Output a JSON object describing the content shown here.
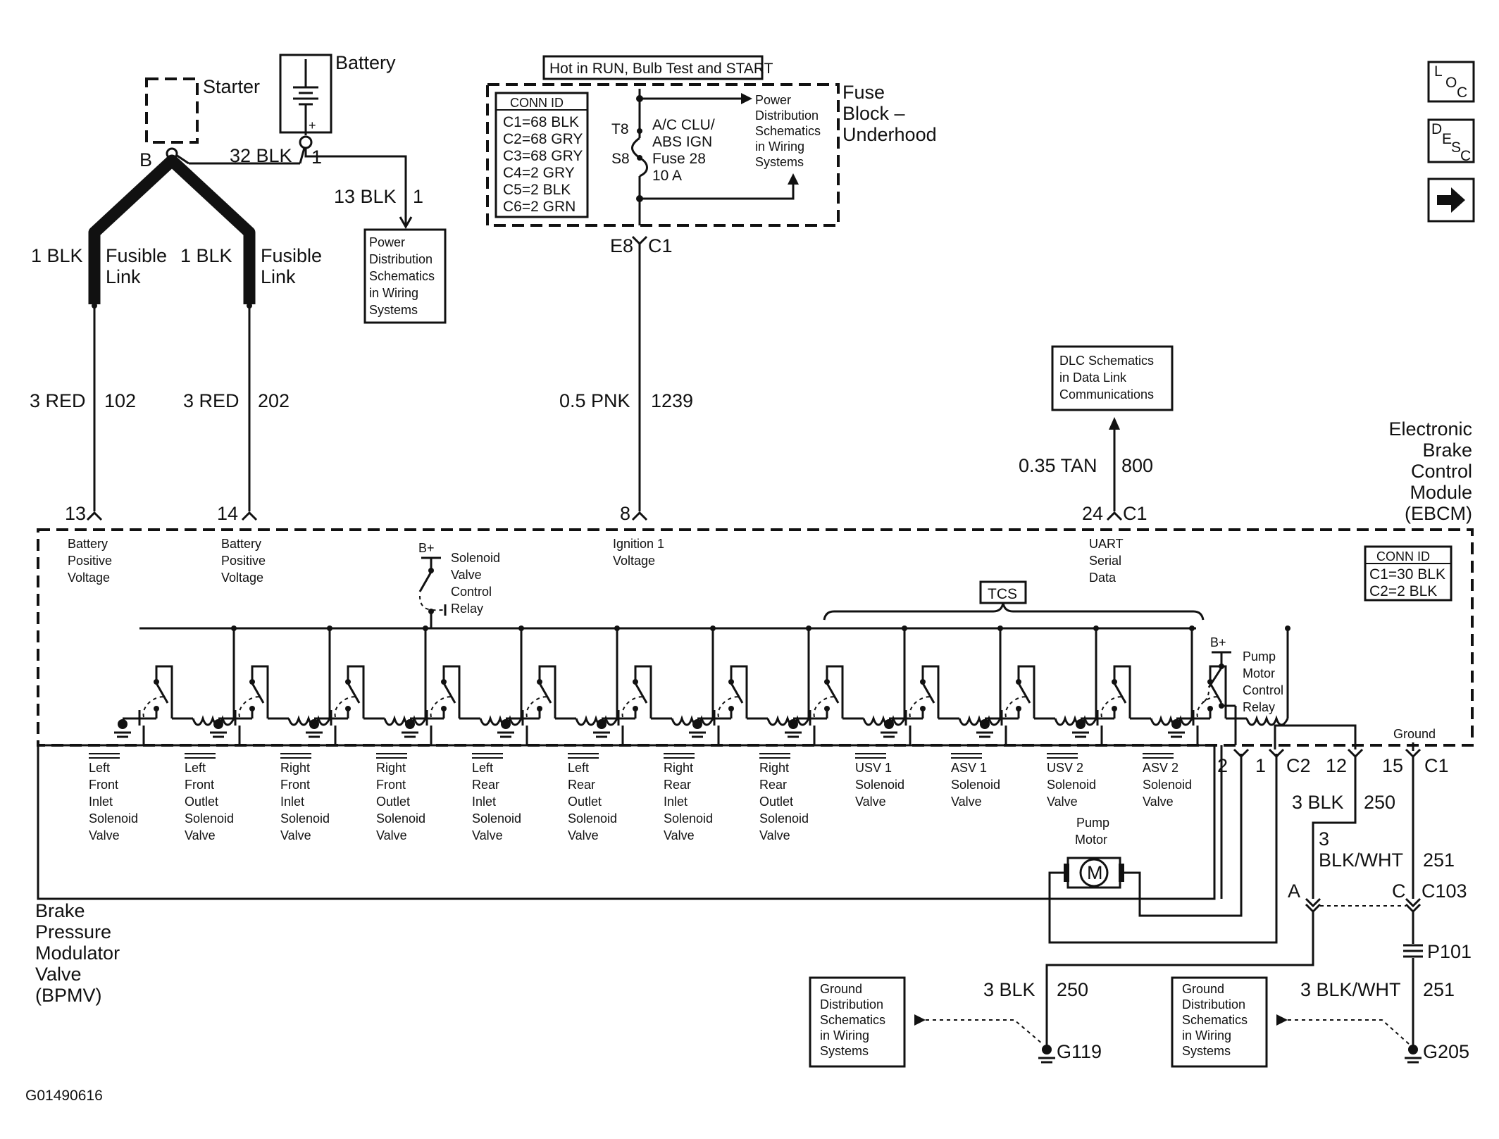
{
  "diagram_id": "G01490616",
  "nav_buttons": [
    {
      "name": "loc-button",
      "label": "LOC"
    },
    {
      "name": "desc-button",
      "label": "DESC"
    },
    {
      "name": "next-button",
      "label": "→"
    }
  ],
  "starter": {
    "label": "Starter",
    "terminal": "B"
  },
  "battery": {
    "label": "Battery",
    "terminal": "1",
    "plus": "+"
  },
  "battery_cable": {
    "label": "32 BLK"
  },
  "battery_feed": {
    "label": "13 BLK",
    "pin": "1"
  },
  "power_dist_box": {
    "lines": [
      "Power",
      "Distribution",
      "Schematics",
      "in Wiring",
      "Systems"
    ]
  },
  "fusible_links": [
    {
      "wire": "1 BLK",
      "label_1": "Fusible",
      "label_2": "Link"
    },
    {
      "wire": "1 BLK",
      "label_1": "Fusible",
      "label_2": "Link"
    }
  ],
  "fuse_block": {
    "banner": "Hot in RUN, Bulb Test and START",
    "title_lines": [
      "Fuse",
      "Block –",
      "Underhood"
    ],
    "conn_title": "CONN ID",
    "conn_rows": [
      "C1=68 BLK",
      "C2=68 GRY",
      "C3=68 GRY",
      "C4=2 GRY",
      "C5=2 BLK",
      "C6=2 GRN"
    ],
    "t_pin": "T8",
    "s_pin": "S8",
    "fuse_lines": [
      "A/C CLU/",
      "ABS IGN",
      "Fuse 28",
      "10 A"
    ],
    "pd_lines": [
      "Power",
      "Distribution",
      "Schematics",
      "in Wiring",
      "Systems"
    ],
    "out_pin": "E8",
    "out_conn": "C1"
  },
  "circuits": [
    {
      "wire": "3 RED",
      "number": "102",
      "pin": "13",
      "func_lines": [
        "Battery",
        "Positive",
        "Voltage"
      ]
    },
    {
      "wire": "3 RED",
      "number": "202",
      "pin": "14",
      "func_lines": [
        "Battery",
        "Positive",
        "Voltage"
      ]
    },
    {
      "wire": "0.5 PNK",
      "number": "1239",
      "pin": "8",
      "func_lines": [
        "Ignition 1",
        "Voltage"
      ]
    },
    {
      "wire": "0.35 TAN",
      "number": "800",
      "pin": "24",
      "conn": "C1",
      "func_lines": [
        "UART",
        "Serial",
        "Data"
      ]
    }
  ],
  "dlc_box": {
    "lines": [
      "DLC Schematics",
      "in Data Link",
      "Communications"
    ]
  },
  "ebcm": {
    "title_lines": [
      "Electronic",
      "Brake",
      "Control",
      "Module",
      "(EBCM)"
    ],
    "conn_title": "CONN ID",
    "conn_rows": [
      "C1=30 BLK",
      "C2=2 BLK"
    ],
    "b_plus": "B+",
    "valve_relay_lines": [
      "Solenoid",
      "Valve",
      "Control",
      "Relay"
    ],
    "tcs_label": "TCS",
    "pump_relay_lines": [
      "Pump",
      "Motor",
      "Control",
      "Relay"
    ],
    "ground_label": "Ground"
  },
  "valves": [
    {
      "lines": [
        "Left",
        "Front",
        "Inlet",
        "Solenoid",
        "Valve"
      ]
    },
    {
      "lines": [
        "Left",
        "Front",
        "Outlet",
        "Solenoid",
        "Valve"
      ]
    },
    {
      "lines": [
        "Right",
        "Front",
        "Inlet",
        "Solenoid",
        "Valve"
      ]
    },
    {
      "lines": [
        "Right",
        "Front",
        "Outlet",
        "Solenoid",
        "Valve"
      ]
    },
    {
      "lines": [
        "Left",
        "Rear",
        "Inlet",
        "Solenoid",
        "Valve"
      ]
    },
    {
      "lines": [
        "Left",
        "Rear",
        "Outlet",
        "Solenoid",
        "Valve"
      ]
    },
    {
      "lines": [
        "Right",
        "Rear",
        "Inlet",
        "Solenoid",
        "Valve"
      ]
    },
    {
      "lines": [
        "Right",
        "Rear",
        "Outlet",
        "Solenoid",
        "Valve"
      ]
    },
    {
      "lines": [
        "USV 1",
        "Solenoid",
        "Valve"
      ]
    },
    {
      "lines": [
        "ASV 1",
        "Solenoid",
        "Valve"
      ]
    },
    {
      "lines": [
        "USV 2",
        "Solenoid",
        "Valve"
      ]
    },
    {
      "lines": [
        "ASV 2",
        "Solenoid",
        "Valve"
      ]
    }
  ],
  "pump_motor": {
    "lines": [
      "Pump",
      "Motor"
    ],
    "symbol": "M"
  },
  "bpmv": {
    "lines": [
      "Brake",
      "Pressure",
      "Modulator",
      "Valve",
      "(BPMV)"
    ]
  },
  "lower_pins": {
    "pin_2": "2",
    "pin_1": "1",
    "conn_c2": "C2",
    "pin_12": "12",
    "pin_15": "15",
    "conn_c1": "C1"
  },
  "lower_wires": {
    "w250_gauge": "3 BLK",
    "w250_num": "250",
    "w251_gauge_1": "3",
    "w251_gauge_2": "BLK/WHT",
    "w251_num": "251",
    "c103_a": "A",
    "c103_c": "C",
    "c103_label": "C103",
    "p101": "P101",
    "g119_gauge": "3 BLK",
    "g119_num": "250",
    "g205_gauge": "3 BLK/WHT",
    "g205_num": "251"
  },
  "grounds": {
    "g119": "G119",
    "g205": "G205"
  },
  "ground_dist_boxes": [
    {
      "lines": [
        "Ground",
        "Distribution",
        "Schematics",
        "in Wiring",
        "Systems"
      ]
    },
    {
      "lines": [
        "Ground",
        "Distribution",
        "Schematics",
        "in Wiring",
        "Systems"
      ]
    }
  ]
}
